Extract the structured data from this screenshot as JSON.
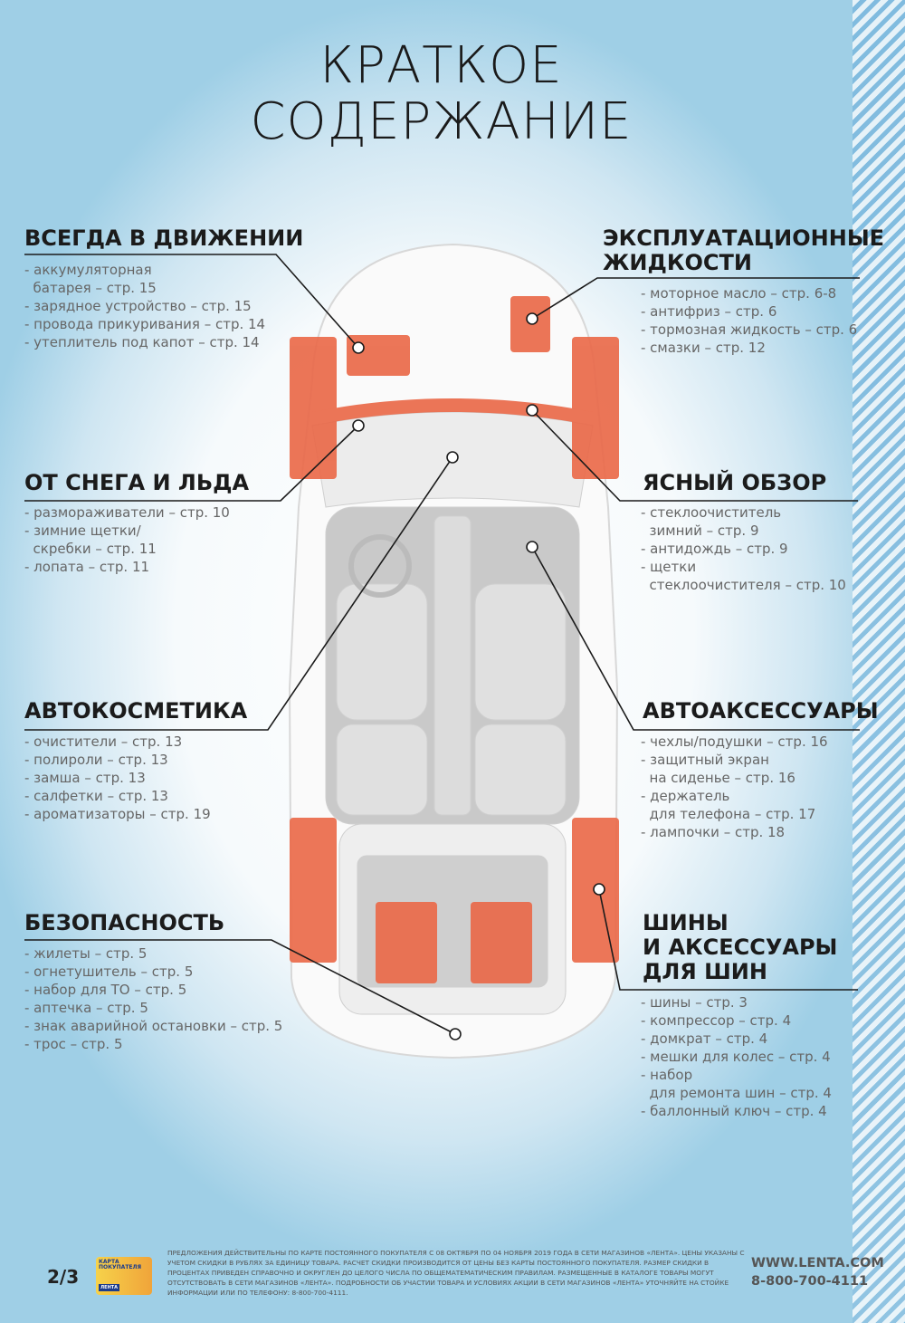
{
  "title": {
    "line1": "КРАТКОЕ",
    "line2": "СОДЕРЖАНИЕ"
  },
  "sections": [
    {
      "heading": [
        "ВСЕГДА В ДВИЖЕНИИ"
      ],
      "items": [
        "- аккумуляторная",
        "  батарея – стр. 15",
        "- зарядное устройство – стр. 15",
        "- провода прикуривания – стр. 14",
        "- утеплитель под капот – стр. 14"
      ]
    },
    {
      "heading": [
        "ОТ СНЕГА И ЛЬДА"
      ],
      "items": [
        "- размораживатели – стр. 10",
        "- зимние щетки/",
        "  скребки – стр. 11",
        "- лопата – стр. 11"
      ]
    },
    {
      "heading": [
        "АВТОКОСМЕТИКА"
      ],
      "items": [
        "- очистители – стр. 13",
        "- полироли – стр. 13",
        "- замша – стр. 13",
        "- салфетки – стр. 13",
        "- ароматизаторы – стр. 19"
      ]
    },
    {
      "heading": [
        "БЕЗОПАСНОСТЬ"
      ],
      "items": [
        "- жилеты – стр. 5",
        "- огнетушитель – стр. 5",
        "- набор для ТО – стр. 5",
        "- аптечка – стр. 5",
        "- знак аварийной остановки – стр. 5",
        "- трос – стр. 5"
      ]
    },
    {
      "heading": [
        "ЭКСПЛУАТАЦИОННЫЕ",
        "ЖИДКОСТИ"
      ],
      "items": [
        "- моторное масло – стр. 6-8",
        "- антифриз – стр. 6",
        "- тормозная жидкость – стр. 6",
        "- смазки – стр. 12"
      ]
    },
    {
      "heading": [
        "ЯСНЫЙ ОБЗОР"
      ],
      "items": [
        "- стеклоочиститель",
        "  зимний – стр. 9",
        "- антидождь – стр. 9",
        "- щетки",
        "  стеклоочистителя – стр. 10"
      ]
    },
    {
      "heading": [
        "АВТОАКСЕССУАРЫ"
      ],
      "items": [
        "- чехлы/подушки – стр. 16",
        "- защитный экран",
        "  на сиденье – стр. 16",
        "- держатель",
        "  для телефона – стр. 17",
        "- лампочки – стр. 18"
      ]
    },
    {
      "heading": [
        "ШИНЫ",
        "И АКСЕССУАРЫ",
        "ДЛЯ ШИН"
      ],
      "items": [
        "- шины – стр. 3",
        "- компрессор – стр. 4",
        "- домкрат – стр. 4",
        "- мешки для колес – стр. 4",
        "- набор",
        "  для ремонта шин – стр. 4",
        "- баллонный ключ – стр. 4"
      ]
    }
  ],
  "footer": {
    "page": "2/3",
    "card_label": "КАРТА ПОКУПАТЕЛЯ",
    "card_brand": "ЛЕНТА",
    "disclaimer": "Предложения действительны по карте постоянного покупателя с 08 октября по 04 ноября 2019 года в сети магазинов «Лента». Цены указаны с учетом скидки в рублях за единицу товара. Расчет скидки производится от цены без карты постоянного покупателя. Размер скидки в процентах приведен справочно и округлен до целого числа по общематематическим правилам. Размещенные в каталоге товары могут отсутствовать в сети магазинов «Лента». Подробности об участии товара и условиях акции в сети магазинов «Лента» уточняйте на стойке информации или по телефону: 8-800-700-4111.",
    "website": "WWW.LENTA.COM",
    "phone": "8-800-700-4111"
  },
  "colors": {
    "highlight": "#ea6a4a",
    "text": "#1b1b1b",
    "items": "#666666"
  }
}
